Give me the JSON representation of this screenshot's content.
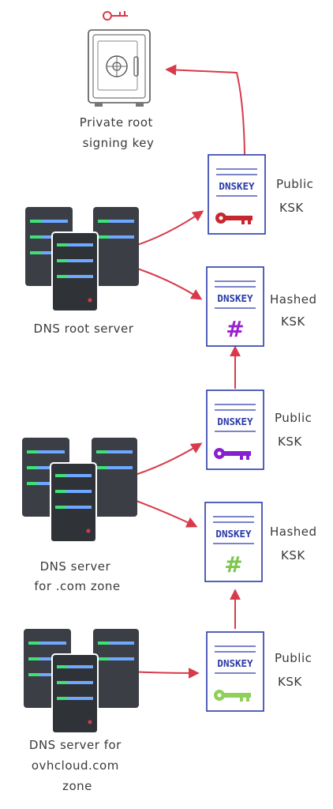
{
  "vault_label": [
    "Private root",
    "signing key"
  ],
  "servers": [
    {
      "label": [
        "DNS root server"
      ]
    },
    {
      "label": [
        "DNS server",
        "for .com zone"
      ]
    },
    {
      "label": [
        "DNS server for",
        "ovhcloud.com",
        "zone"
      ]
    }
  ],
  "docs": [
    {
      "title": "DNSKEY",
      "side_label": [
        "Public",
        "KSK"
      ],
      "kind": "key",
      "color": "#c8262e"
    },
    {
      "title": "DNSKEY",
      "side_label": [
        "Hashed",
        "KSK"
      ],
      "kind": "hash",
      "symbol": "#",
      "color": "#9a1fd0"
    },
    {
      "title": "DNSKEY",
      "side_label": [
        "Public",
        "KSK"
      ],
      "kind": "key",
      "color": "#8a1fd0"
    },
    {
      "title": "DNSKEY",
      "side_label": [
        "Hashed",
        "KSK"
      ],
      "kind": "hash",
      "symbol": "#",
      "color": "#7ac74a"
    },
    {
      "title": "DNSKEY",
      "side_label": [
        "Public",
        "KSK"
      ],
      "kind": "key",
      "color": "#8ed05a"
    }
  ],
  "colors": {
    "arrow": "#d83a4a",
    "doc_border": "#2a3aa8",
    "server_body": "#3b3f45",
    "led_green": "#3ee07a",
    "led_blue": "#6ea8ff"
  }
}
